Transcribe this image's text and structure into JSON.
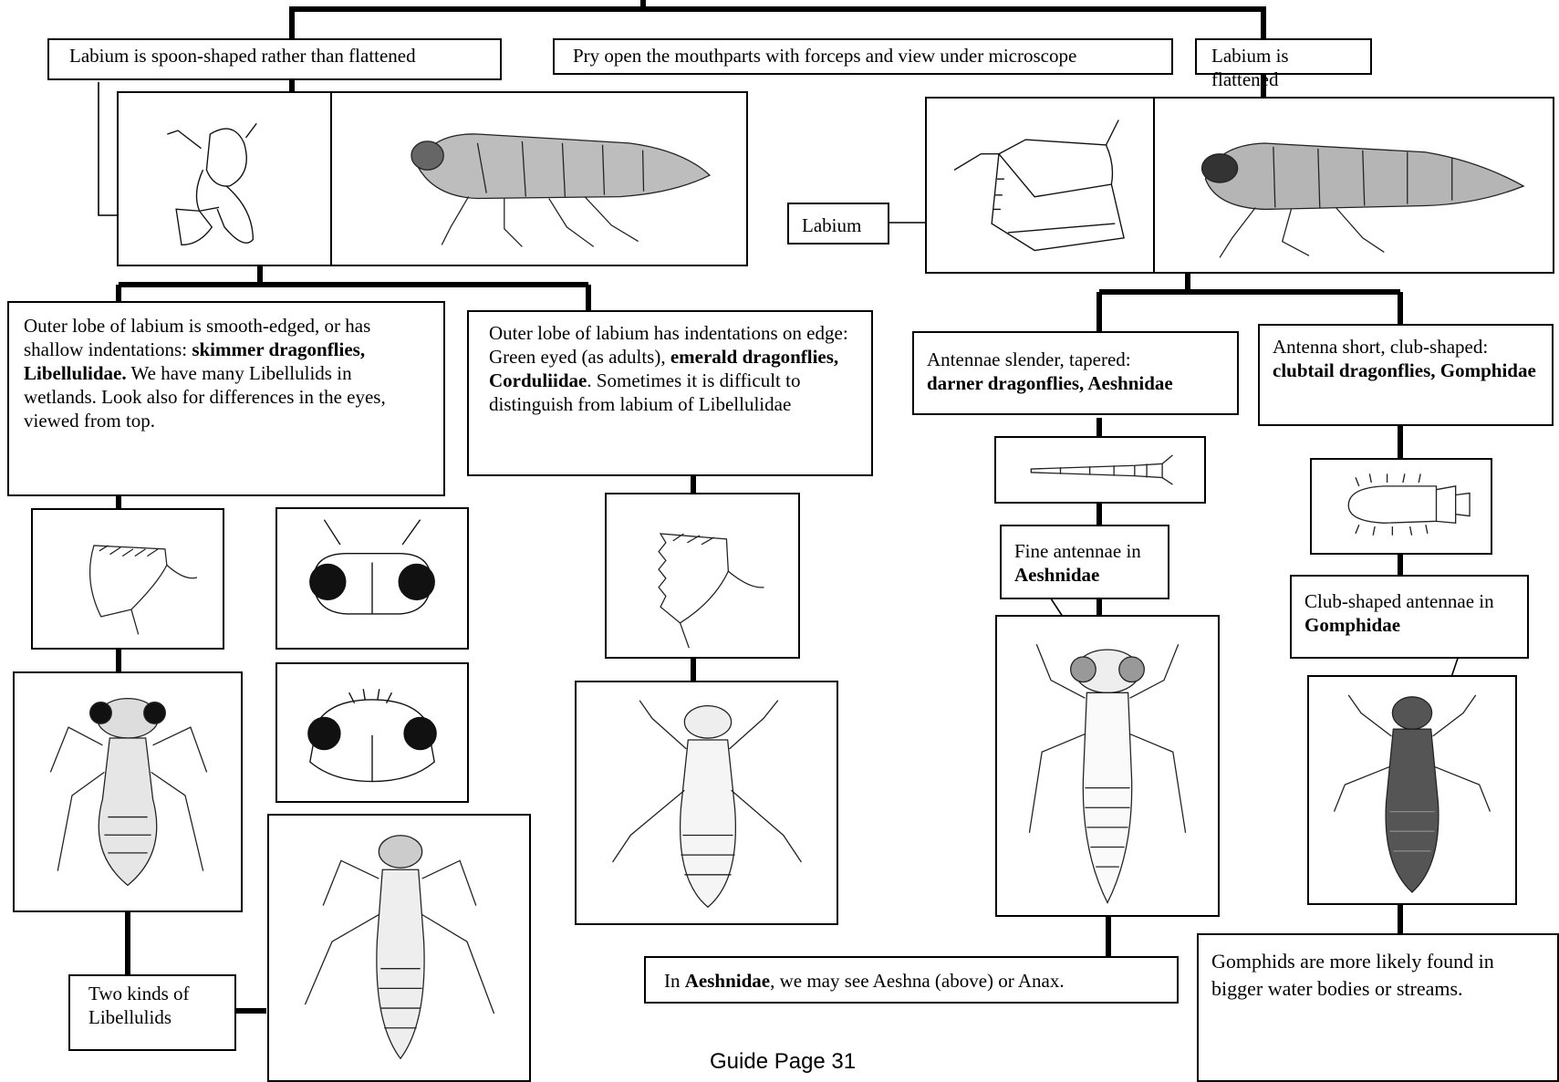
{
  "top_nodes": {
    "spoon": "Labium is spoon-shaped rather than flattened",
    "pry": "Pry open the mouthparts with forceps and view under microscope",
    "flat": "Labium is flattened"
  },
  "labium_label": "Labium",
  "libellulidae": {
    "pre": "Outer lobe of labium is smooth-edged, or has shallow indentations: ",
    "bold": "skimmer dragonflies, Libellulidae.",
    "post": " We have many Libellulids in wetlands. Look also for differences in the eyes, viewed from top."
  },
  "corduliidae": {
    "pre": "Outer lobe of labium has indentations on edge: Green eyed (as adults), ",
    "bold": "emerald dragonflies, Corduliidae",
    "post": ". Sometimes it is difficult to distinguish from labium of Libellulidae"
  },
  "aeshnidae": {
    "pre": "Antennae slender, tapered: ",
    "bold": "darner dragonflies, Aeshnidae"
  },
  "gomphidae": {
    "pre": "Antenna short, club-shaped: ",
    "bold": "clubtail dragonflies, Gomphidae"
  },
  "fine_antennae": {
    "pre": "Fine antennae in ",
    "bold": "Aeshnidae"
  },
  "club_antennae": {
    "pre": "Club-shaped antennae in ",
    "bold": "Gomphidae"
  },
  "two_kinds": "Two kinds of Libellulids",
  "aeshna_note": {
    "pre": "In ",
    "bold": "Aeshnidae",
    "post": ", we may see Aeshna (above) or Anax."
  },
  "gomphid_note": "Gomphids are more likely found in bigger water bodies or streams.",
  "footer": "Guide Page 31"
}
